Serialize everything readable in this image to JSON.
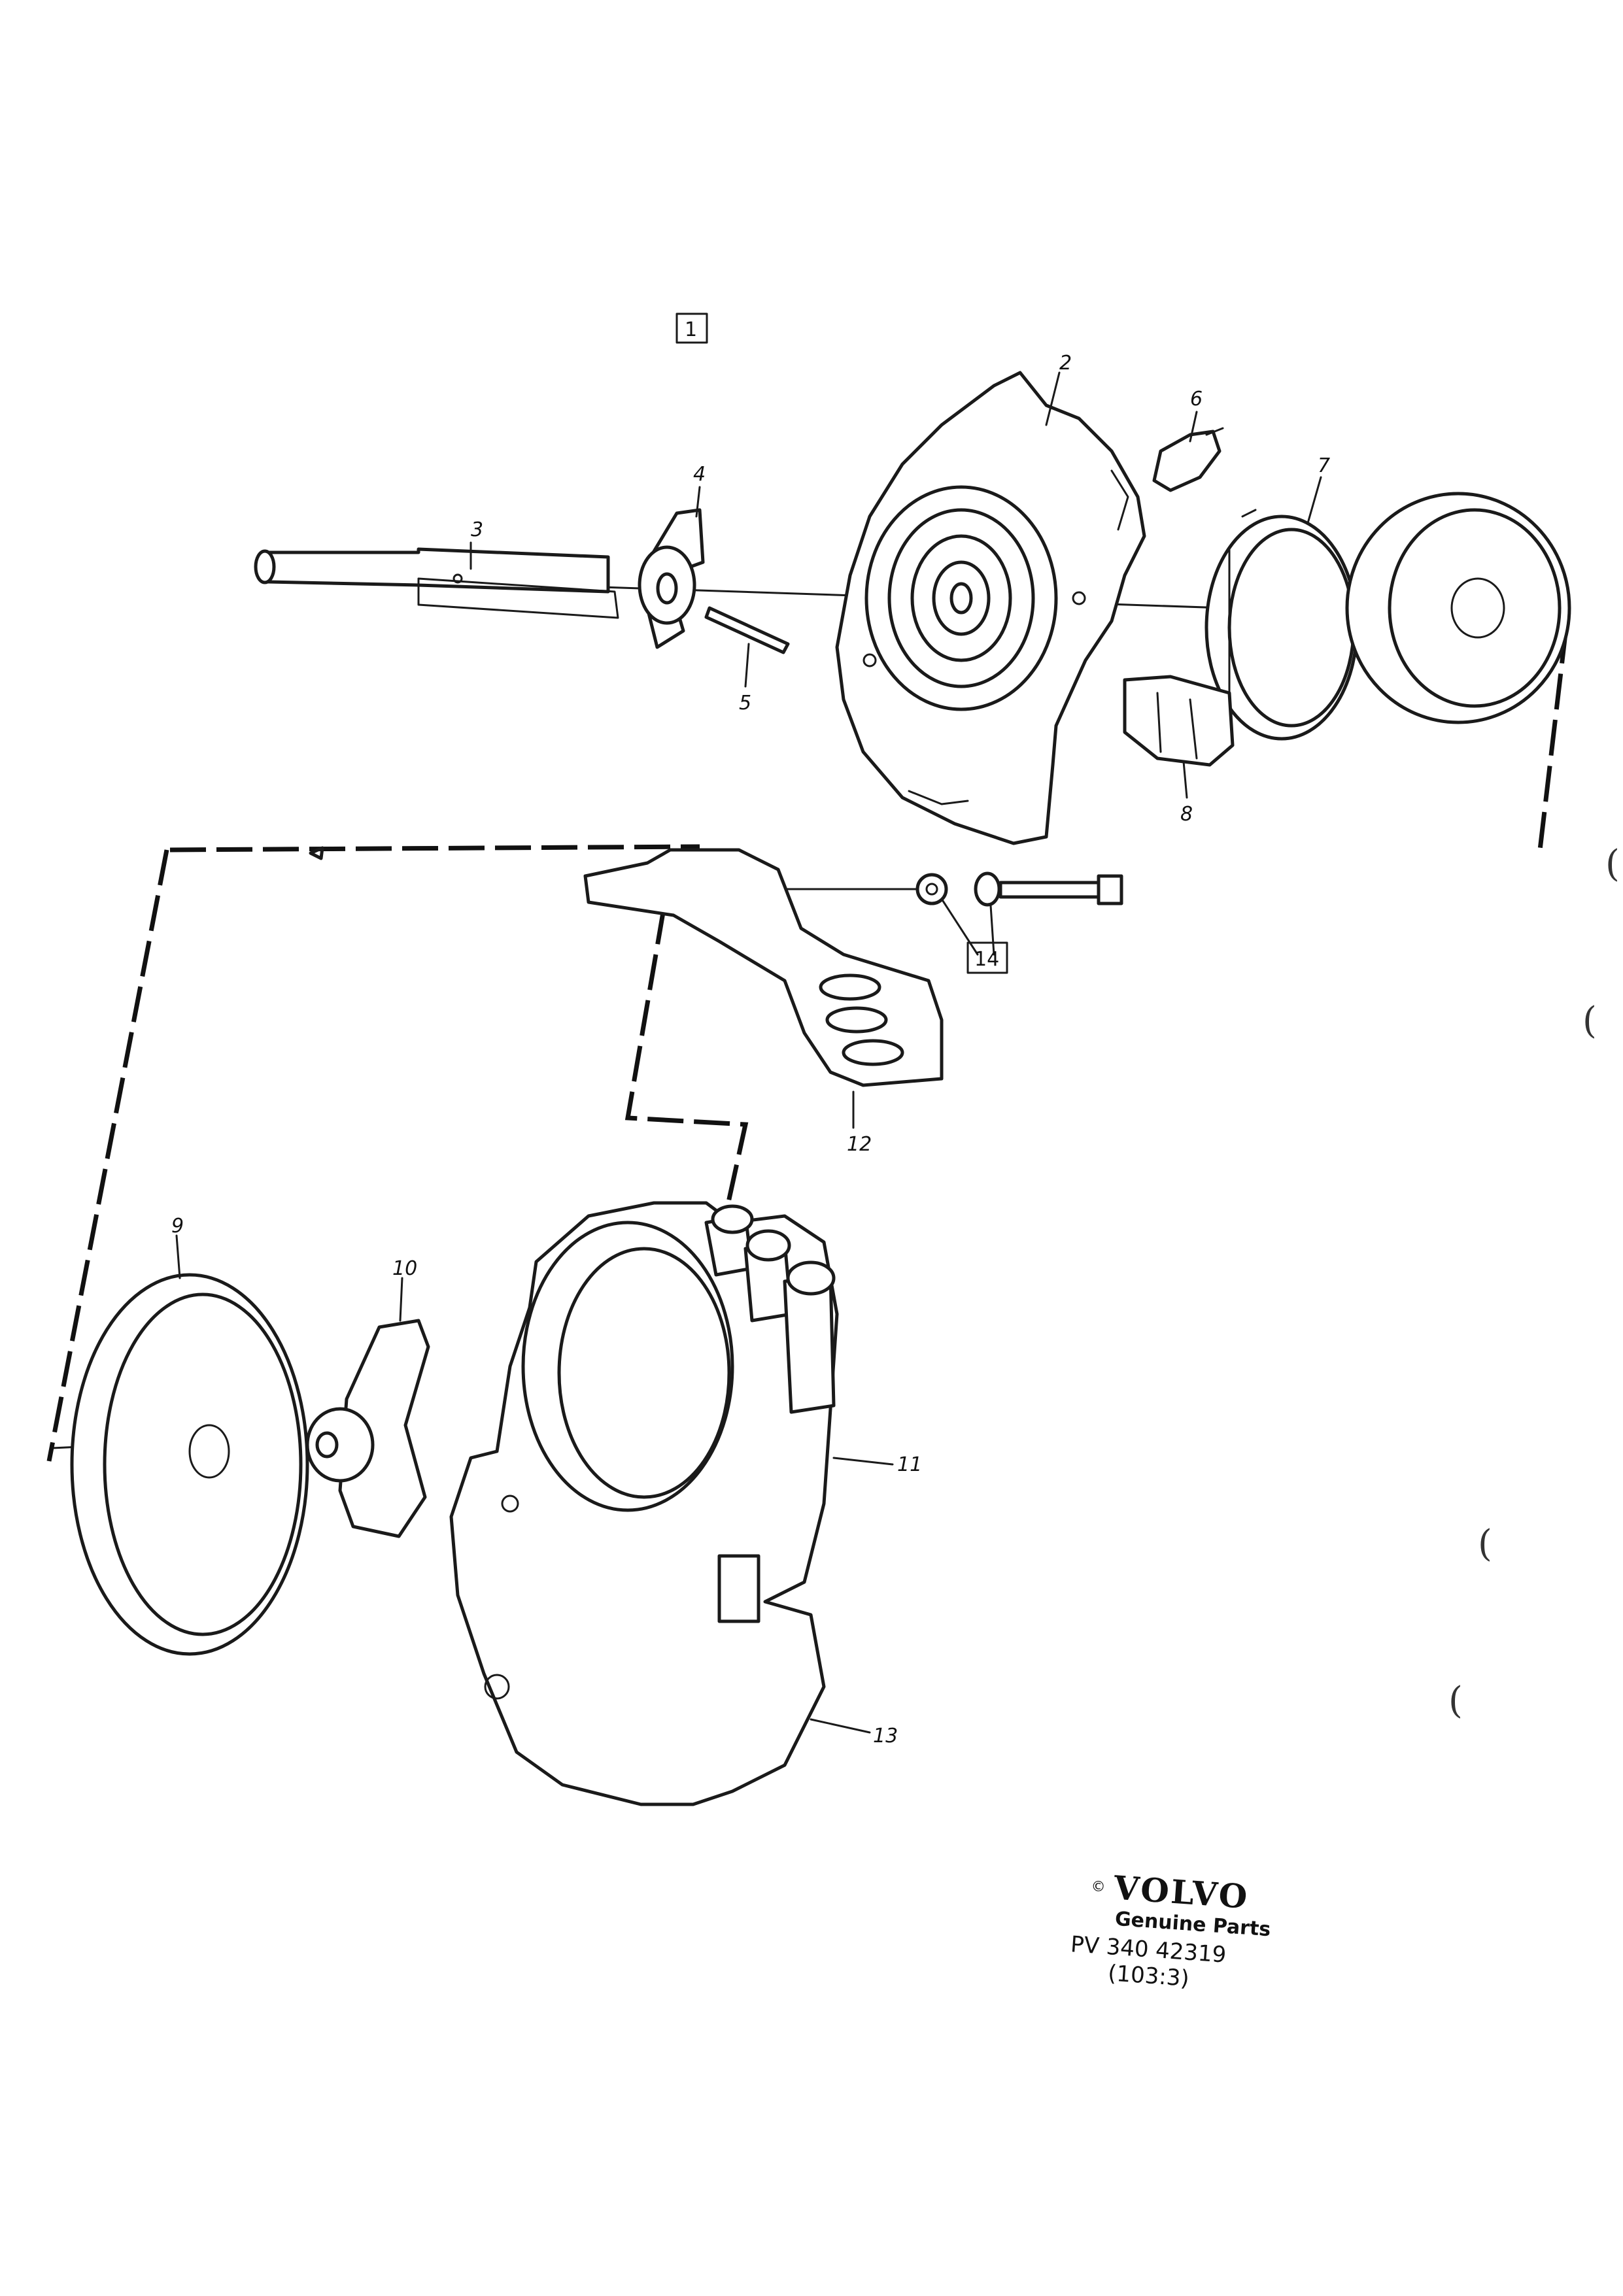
{
  "figure": {
    "group_ref": "1",
    "callouts": [
      "2",
      "3",
      "4",
      "5",
      "6",
      "7",
      "8",
      "9",
      "10",
      "11",
      "12",
      "13"
    ],
    "kit_ref": "14"
  },
  "logo": {
    "copyright": "©",
    "brand": "VOLVO",
    "tagline": "Genuine Parts",
    "part_ref": "PV 340 42319",
    "page_ref": "(103:3)"
  },
  "margin_marks": [
    "(",
    "(",
    "(",
    "("
  ]
}
